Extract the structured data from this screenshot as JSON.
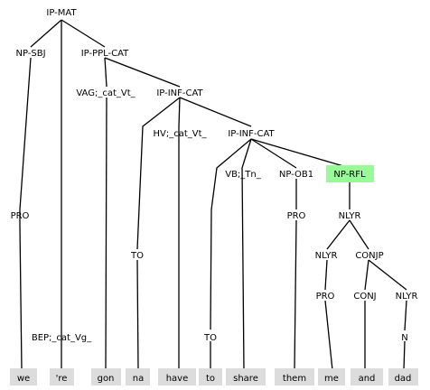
{
  "tree": {
    "highlight_color": "#98fb98",
    "leaf_color": "#dcdcdc",
    "nodes": {
      "ip_mat": "IP-MAT",
      "np_sbj": "NP-SBJ",
      "ip_ppl_cat": "IP-PPL-CAT",
      "pro_we": "PRO",
      "bep": "BEP;_cat_Vg_",
      "vag": "VAG;_cat_Vt_",
      "ip_inf_cat_1": "IP-INF-CAT",
      "to_1": "TO",
      "hv": "HV;_cat_Vt_",
      "ip_inf_cat_2": "IP-INF-CAT",
      "to_2": "TO",
      "vb": "VB;_Tn_",
      "np_ob1": "NP-OB1",
      "pro_them": "PRO",
      "np_rfl": "NP-RFL",
      "nlyr_1": "NLYR",
      "nlyr_2": "NLYR",
      "conjp": "CONJP",
      "pro_me": "PRO",
      "conj": "CONJ",
      "nlyr_3": "NLYR",
      "n": "N"
    },
    "leaves": {
      "we": "we",
      "re": "'re",
      "gon": "gon",
      "na": "na",
      "have": "have",
      "to": "to",
      "share": "share",
      "them": "them",
      "me": "me",
      "and": "and",
      "dad": "dad"
    }
  }
}
